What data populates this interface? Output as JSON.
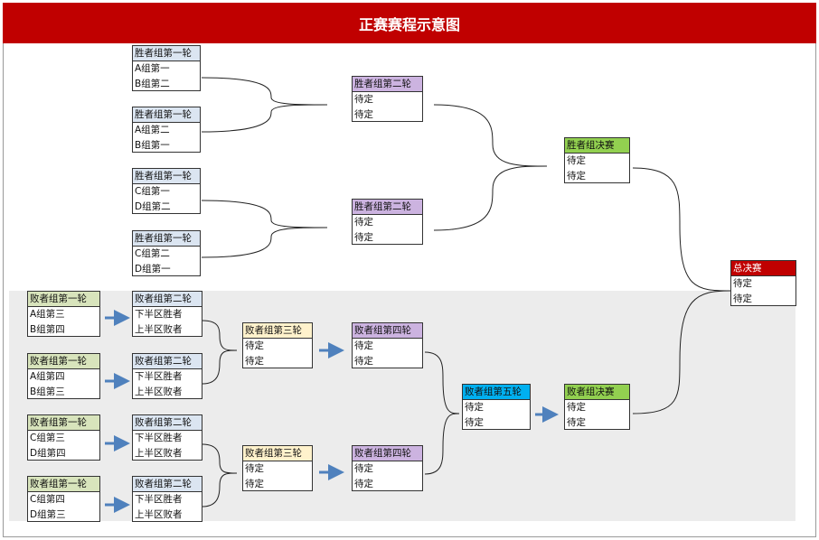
{
  "title": "正赛赛程示意图",
  "colors": {
    "title_bg": "#c00000",
    "head_blue_light": "#dbe5f1",
    "head_purple": "#ccb3e0",
    "head_green": "#92d050",
    "head_green_light": "#d8e4bc",
    "head_yellow": "#fff2cc",
    "head_cyan": "#00b0f0",
    "head_final": "#c00000",
    "arrow": "#4f81bd"
  },
  "boxes": {
    "w1_1": {
      "head": "胜者组第一轮",
      "r1": "A组第一",
      "r2": "B组第二"
    },
    "w1_2": {
      "head": "胜者组第一轮",
      "r1": "A组第二",
      "r2": "B组第一"
    },
    "w1_3": {
      "head": "胜者组第一轮",
      "r1": "C组第一",
      "r2": "D组第二"
    },
    "w1_4": {
      "head": "胜者组第一轮",
      "r1": "C组第二",
      "r2": "D组第一"
    },
    "w2_1": {
      "head": "胜者组第二轮",
      "r1": "待定",
      "r2": "待定"
    },
    "w2_2": {
      "head": "胜者组第二轮",
      "r1": "待定",
      "r2": "待定"
    },
    "wf": {
      "head": "胜者组决赛",
      "r1": "待定",
      "r2": "待定"
    },
    "gf": {
      "head": "总决赛",
      "r1": "待定",
      "r2": "待定"
    },
    "l1_1": {
      "head": "败者组第一轮",
      "r1": "A组第三",
      "r2": "B组第四"
    },
    "l1_2": {
      "head": "败者组第一轮",
      "r1": "A组第四",
      "r2": "B组第三"
    },
    "l1_3": {
      "head": "败者组第一轮",
      "r1": "C组第三",
      "r2": "D组第四"
    },
    "l1_4": {
      "head": "败者组第一轮",
      "r1": "C组第四",
      "r2": "D组第三"
    },
    "l2_1": {
      "head": "败者组第二轮",
      "r1": "下半区胜者",
      "r2": "上半区败者"
    },
    "l2_2": {
      "head": "败者组第二轮",
      "r1": "下半区胜者",
      "r2": "上半区败者"
    },
    "l2_3": {
      "head": "败者组第二轮",
      "r1": "下半区胜者",
      "r2": "上半区败者"
    },
    "l2_4": {
      "head": "败者组第二轮",
      "r1": "下半区胜者",
      "r2": "上半区败者"
    },
    "l3_1": {
      "head": "败者组第三轮",
      "r1": "待定",
      "r2": "待定"
    },
    "l3_2": {
      "head": "败者组第三轮",
      "r1": "待定",
      "r2": "待定"
    },
    "l4_1": {
      "head": "败者组第四轮",
      "r1": "待定",
      "r2": "待定"
    },
    "l4_2": {
      "head": "败者组第四轮",
      "r1": "待定",
      "r2": "待定"
    },
    "l5": {
      "head": "败者组第五轮",
      "r1": "待定",
      "r2": "待定"
    },
    "lf": {
      "head": "败者组决赛",
      "r1": "待定",
      "r2": "待定"
    }
  }
}
